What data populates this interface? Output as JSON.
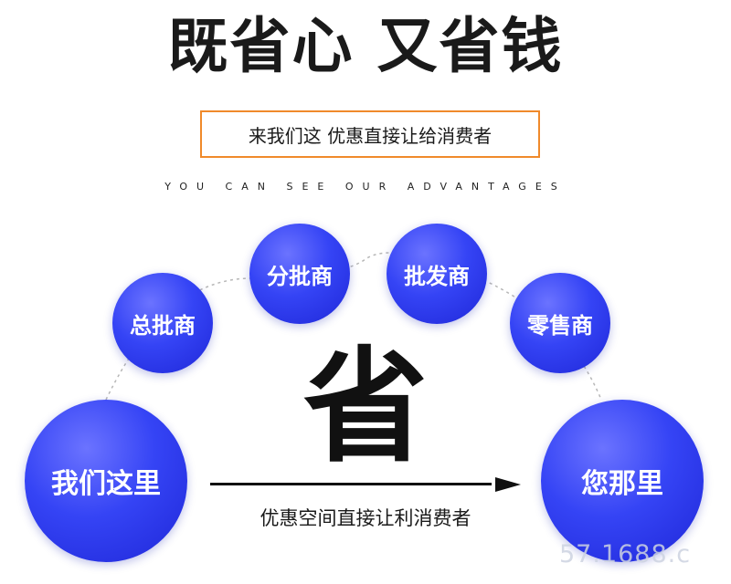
{
  "headline": "既省心 又省钱",
  "subtitle": "来我们这 优惠直接让给消费者",
  "tagline": "YOU CAN SEE OUR ADVANTAGES",
  "bubbles": {
    "small": [
      "总批商",
      "分批商",
      "批发商",
      "零售商"
    ],
    "left_large": "我们这里",
    "right_large": "您那里"
  },
  "big_char": "省",
  "caption": "优惠空间直接让利消费者",
  "watermark": "57.1688.c",
  "colors": {
    "accent_orange": "#f08a2b",
    "bubble_blue": "#3544f5"
  }
}
